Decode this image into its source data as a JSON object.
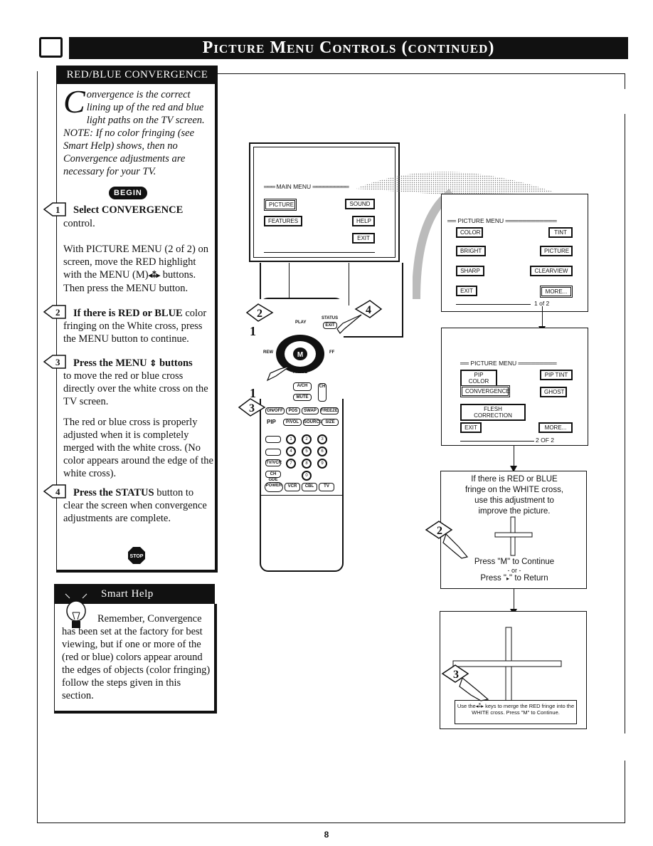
{
  "header": {
    "title": "Picture Menu Controls (continued)"
  },
  "section": {
    "title": "RED/BLUE CONVERGENCE",
    "intro_cap": "C",
    "intro": "onvergence is the correct lining up of the red and blue light paths on the TV screen. NOTE: If no color fringing (see Smart Help) shows, then no Convergence adjustments are necessary for your TV.",
    "begin": "BEGIN",
    "steps": [
      {
        "num": "1",
        "lead": "Select CONVERGENCE",
        "rest": " control.",
        "para2": "With PICTURE MENU (2 of 2) on screen, move the RED highlight with the MENU (M)",
        "para2b": " buttons. Then press the MENU button."
      },
      {
        "num": "2",
        "lead": "If there is RED or BLUE",
        "rest": " color fringing on the White cross, press the MENU button to continue."
      },
      {
        "num": "3",
        "lead": "Press the MENU",
        "lead2": " buttons",
        "rest": "to move the red or blue cross directly over the white cross on the TV screen.",
        "para2": "The red or blue cross is properly adjusted when it is completely merged with the white cross. (No color appears around the edge of the white cross)."
      },
      {
        "num": "4",
        "lead": "Press the STATUS",
        "rest": " button to clear the screen when convergence adjustments are complete."
      }
    ],
    "stop": "STOP"
  },
  "smart_help": {
    "title": "Smart Help",
    "text": "Remember, Convergence has been set at the factory for best viewing, but if one or more of the (red or blue) colors appear around the edges of objects (color fringing) follow the steps given in this section."
  },
  "tv_screen": {
    "title": "MAIN MENU",
    "buttons": [
      "PICTURE",
      "SOUND",
      "FEATURES",
      "HELP",
      "EXIT"
    ]
  },
  "picture_menu_1": {
    "title": "PICTURE MENU",
    "buttons": [
      "COLOR",
      "TINT",
      "BRIGHT",
      "PICTURE",
      "SHARP",
      "CLEARVIEW",
      "EXIT",
      "MORE..."
    ],
    "page": "1 of 2"
  },
  "picture_menu_2": {
    "title": "PICTURE MENU",
    "buttons": [
      "PIP COLOR",
      "PIP TINT",
      "CONVERGENCE",
      "GHOST",
      "FLESH CORRECTION",
      "EXIT",
      "MORE..."
    ],
    "page": "2 OF 2"
  },
  "fringe_box": {
    "line1": "If there is RED or BLUE",
    "line2": "fringe on the WHITE cross,",
    "line3": "use this adjustment to",
    "line4": "improve the picture.",
    "continue": "Press \"M\" to Continue",
    "or": "- or -",
    "return_pre": "Press \"",
    "return_post": "\" to Return"
  },
  "merge_box": {
    "text_pre": "Use the",
    "text_post": " keys to merge the RED fringe into the WHITE cross. Press \"M\" to Continue."
  },
  "remote": {
    "keys": [
      "PLAY",
      "STATUS",
      "EXIT",
      "REW",
      "FF",
      "PAUSE",
      "A/CH",
      "CH",
      "MUTE",
      "ON/OFF",
      "POS",
      "SWAP",
      "FREEZE",
      "PIP",
      "P/VOL",
      "SOURCE",
      "SIZE",
      "TV/VCR",
      "CH GDE",
      "POWER",
      "VCR",
      "CBL",
      "TV"
    ],
    "digits": [
      "1",
      "2",
      "3",
      "4",
      "5",
      "6",
      "7",
      "8",
      "9",
      "0"
    ]
  },
  "page_number": "8"
}
